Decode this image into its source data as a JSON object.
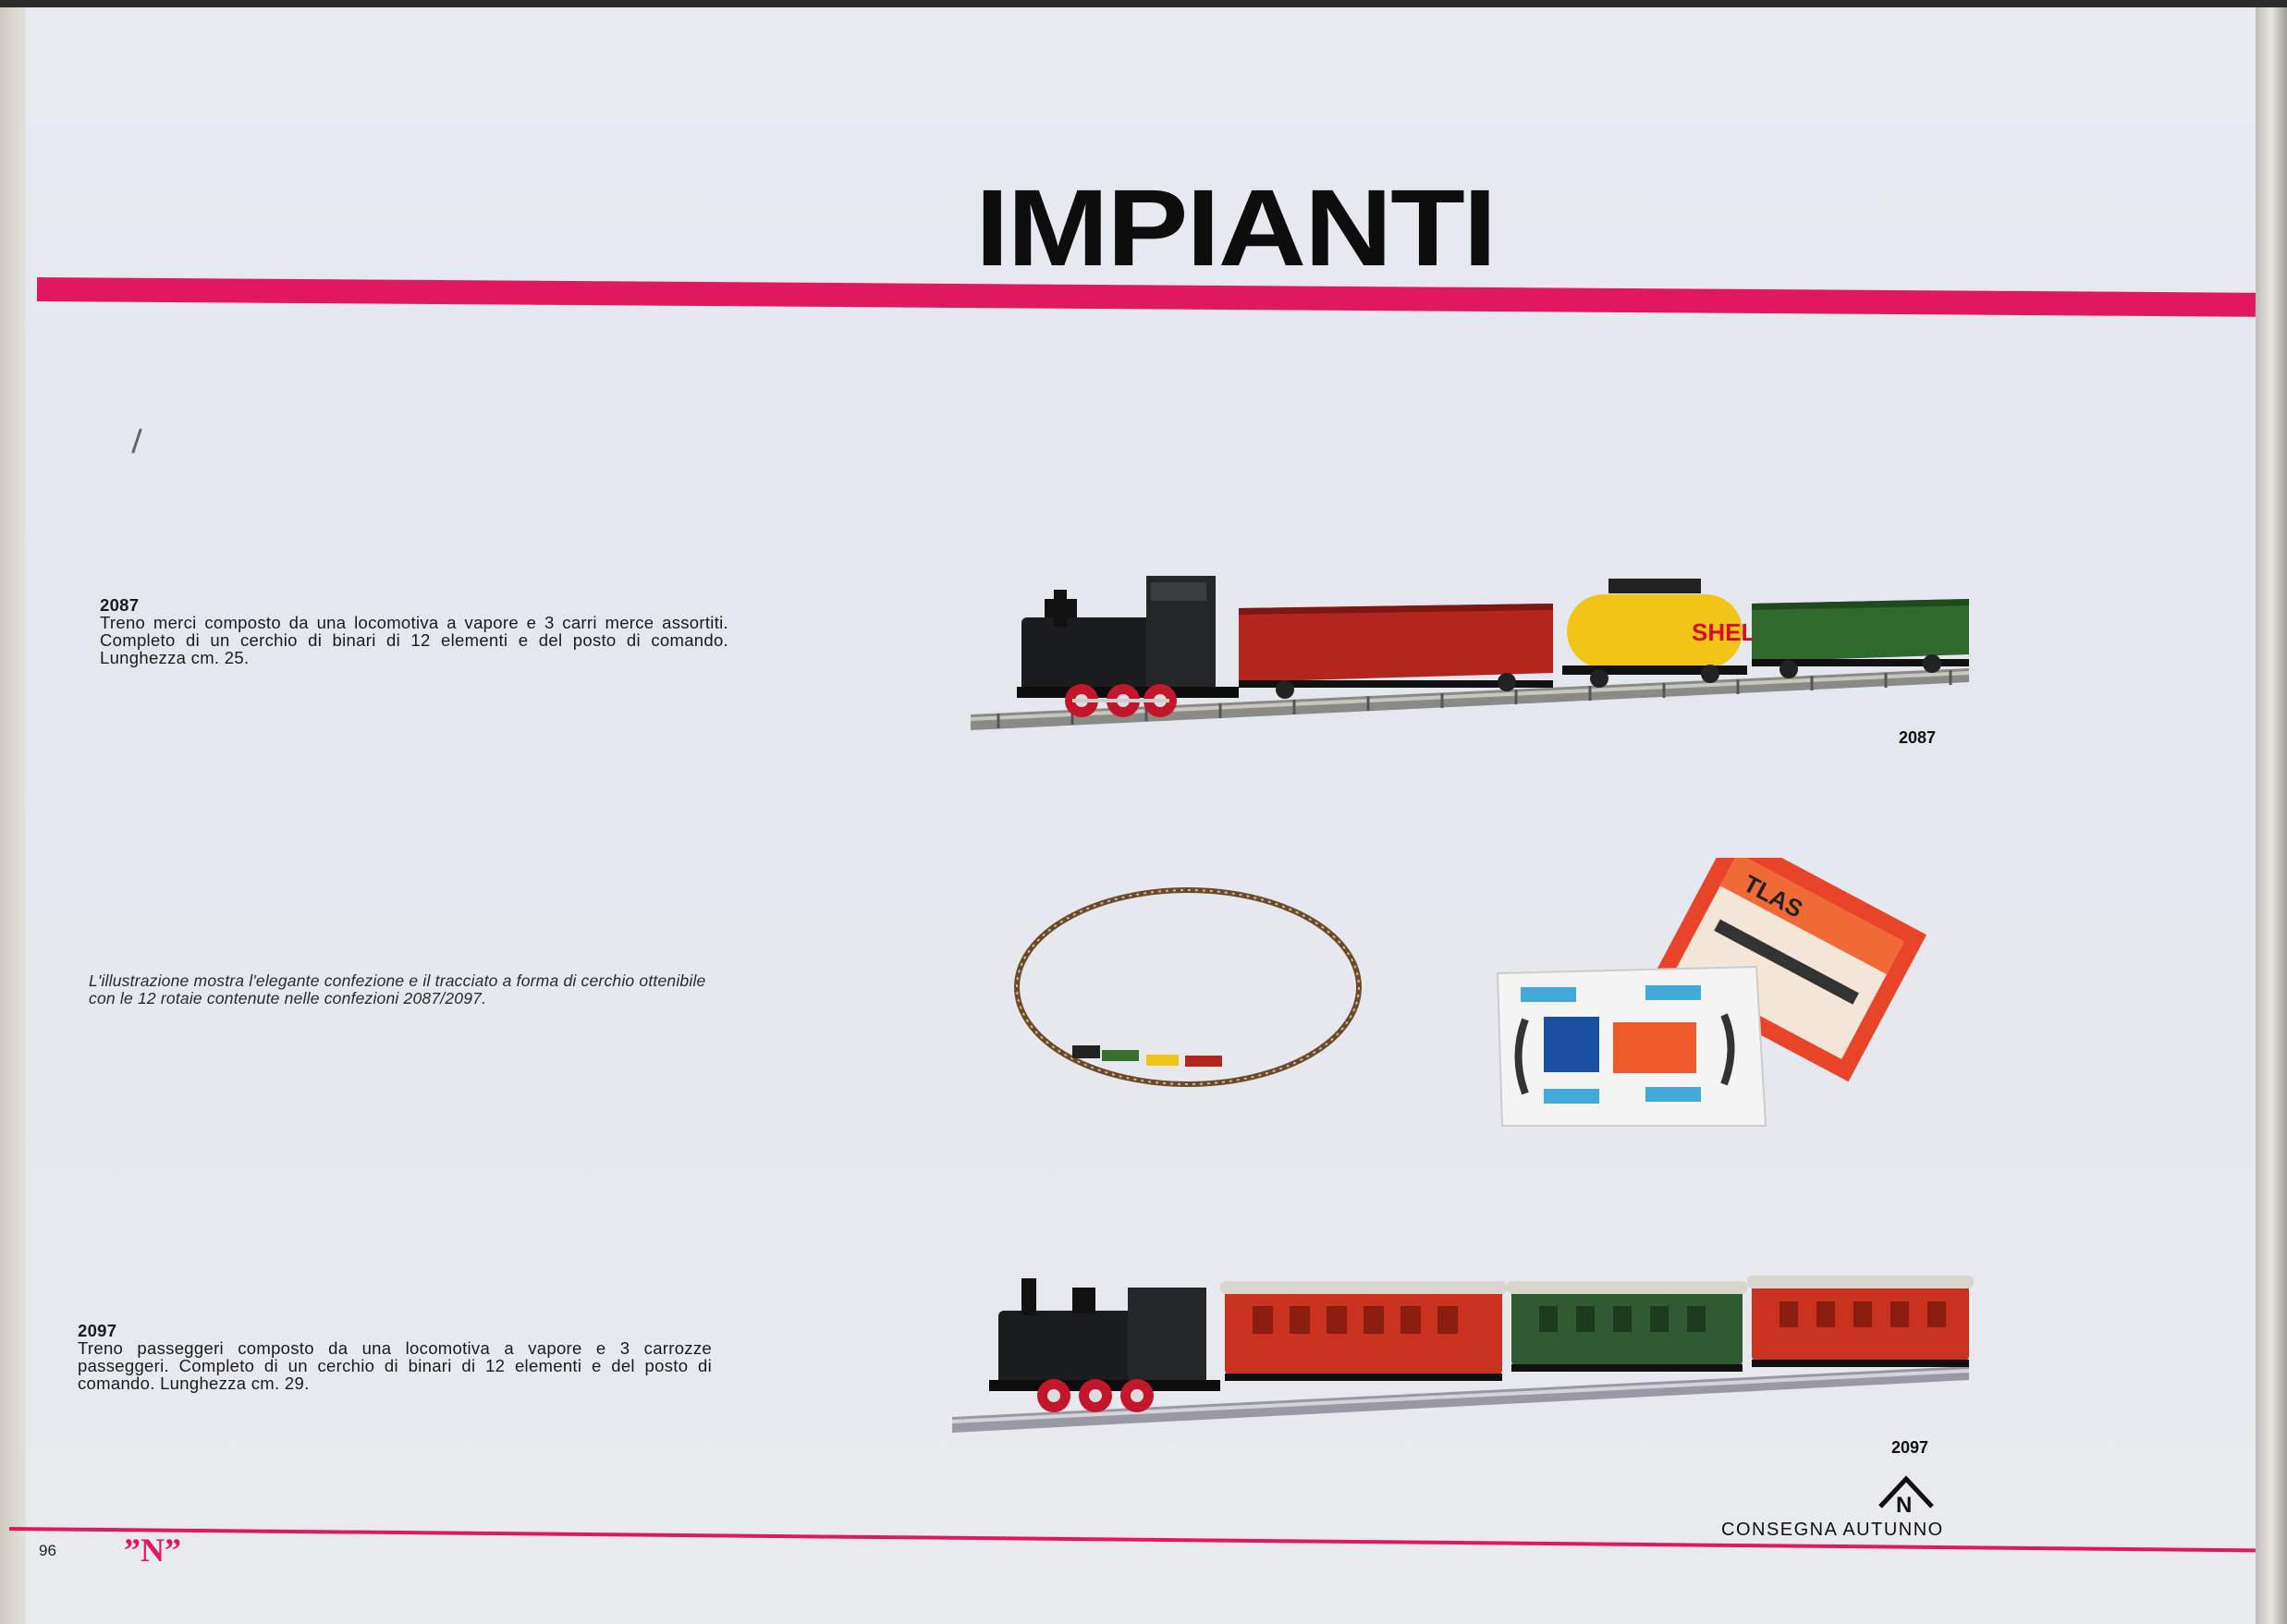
{
  "header": {
    "title": "IMPIANTI"
  },
  "entries": [
    {
      "code": "2087",
      "description": "Treno merci composto da una locomotiva a vapore e 3 carri merce assortiti. Completo di un cerchio di binari di 12 elementi e del posto di comando. Lunghezza cm. 25."
    },
    {
      "code": "2097",
      "description": "Treno passeggeri composto da una locomotiva a vapore e 3 carrozze passeggeri. Completo di un cerchio di binari di 12 elementi e del posto di comando. Lunghezza cm. 29."
    }
  ],
  "caption": "L'illustrazione mostra l'elegante confezione e il tracciato a forma di cerchio ottenibile con le 12 rotaie contenute nelle confezioni 2087/2097.",
  "image_labels": {
    "freight": "2087",
    "passenger": "2097"
  },
  "tank_car_text": "SHELL",
  "box_text": "TLAS",
  "footer": {
    "delivery": "CONSEGNA AUTUNNO",
    "logo_letter": "N",
    "page_number": "96",
    "scale": "”N”"
  },
  "colors": {
    "accent_pink": "#e0195f",
    "title_black": "#0d0d0d"
  }
}
